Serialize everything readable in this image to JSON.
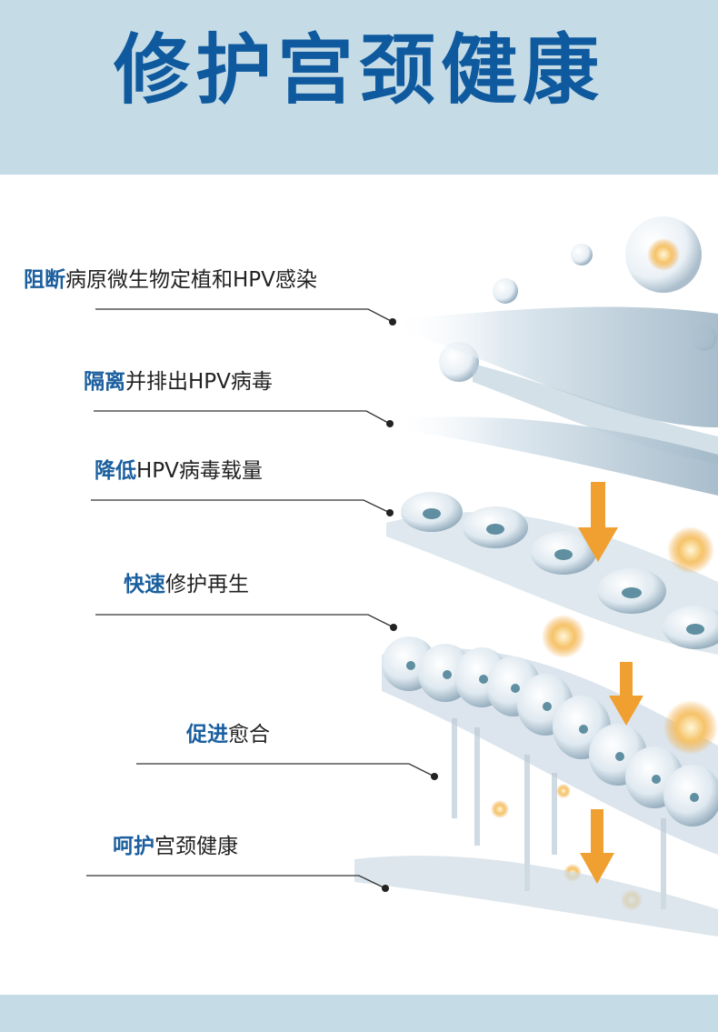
{
  "title": "修护宫颈健康",
  "features": [
    {
      "highlight": "阻断",
      "text": "病原微生物定植和HPV感染"
    },
    {
      "highlight": "隔离",
      "text": "并排出HPV病毒"
    },
    {
      "highlight": "降低",
      "text": "HPV病毒载量"
    },
    {
      "highlight": "快速",
      "text": "修护再生"
    },
    {
      "highlight": "促进",
      "text": "愈合"
    },
    {
      "highlight": "呵护",
      "text": "宫颈健康"
    }
  ],
  "colors": {
    "header_bg": "#c5dbe6",
    "title": "#0f5a9e",
    "highlight": "#1b5f9e",
    "arrow": "#f0a030"
  }
}
